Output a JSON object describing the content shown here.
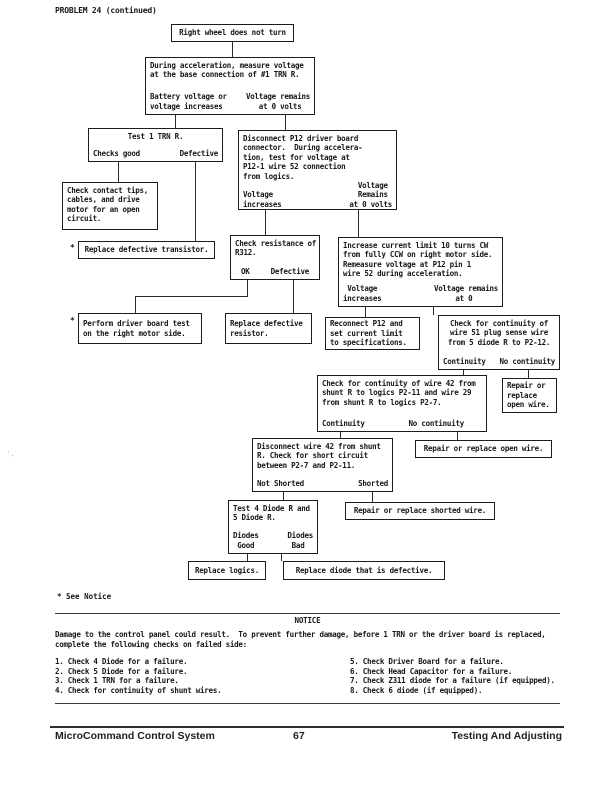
{
  "header": {
    "title": "PROBLEM 24 (continued)"
  },
  "flowchart": {
    "asterisk": "*",
    "see_notice": "* See Notice",
    "nodes": {
      "right_wheel": {
        "body": "Right wheel does not turn"
      },
      "measure_voltage": {
        "body": "During acceleration, measure voltage\nat the base connection of #1 TRN R.",
        "left": "Battery voltage or\nvoltage increases",
        "right": "Voltage remains\n   at 0 volts"
      },
      "test_trn": {
        "body": "Test 1 TRN R.",
        "left": "Checks good",
        "right": "Defective"
      },
      "disconnect_p12": {
        "body": "Disconnect P12 driver board\nconnector.  During accelera-\ntion, test for voltage at\nP12-1 wire 52 connection\nfrom logics.",
        "left": "Voltage\nincreases",
        "right": "  Voltage\n  Remains\nat 0 volts"
      },
      "check_contact": {
        "body": "Check contact tips,\ncables, and drive\nmotor for an open\ncircuit."
      },
      "replace_transistor": {
        "body": "Replace defective transistor."
      },
      "check_resistance": {
        "body": "Check resistance of\nR312.",
        "left": "OK",
        "right": "Defective"
      },
      "driver_board_test": {
        "body": "Perform driver board test\non the right motor side."
      },
      "replace_resistor": {
        "body": "Replace defective\nresistor."
      },
      "increase_limit": {
        "body": "Increase current limit 10 turns CW\nfrom fully CCW on right motor side.\nRemeasure voltage at P12 pin 1\nwire 52 during acceleration.",
        "left": " Voltage\nincreases",
        "right": "Voltage remains\n     at 0"
      },
      "reconnect_p12": {
        "body": "Reconnect P12 and\nset current limit\nto specifications."
      },
      "check_wire51": {
        "body": "Check for continuity of\nwire 51 plug sense wire\nfrom 5 diode R to P2-12.",
        "left": "Continuity",
        "right": "No continuity"
      },
      "check_wire42": {
        "body": "Check for continuity of wire 42 from\nshunt R to logics P2-11 and wire 29\nfrom shunt R to logics P2-7.",
        "left": "Continuity",
        "right": "No continuity"
      },
      "repair_open_small": {
        "body": "Repair or\nreplace\nopen wire."
      },
      "repair_open_wide": {
        "body": "Repair or replace open wire."
      },
      "disconnect_wire42": {
        "body": "Disconnect wire 42 from shunt\nR. Check for short circuit\nbetween P2-7 and P2-11.",
        "left": "Not Shorted",
        "right": "Shorted"
      },
      "repair_shorted": {
        "body": "Repair or replace shorted wire."
      },
      "test_diodes": {
        "body": "Test 4 Diode R and\n5 Diode R.",
        "left": "Diodes\n Good",
        "right": "Diodes\n Bad"
      },
      "replace_logics": {
        "body": "Replace logics."
      },
      "replace_diode": {
        "body": "Replace diode that is defective."
      }
    }
  },
  "notice": {
    "title": "NOTICE",
    "body": "Damage to the control panel could result.  To prevent further damage, before 1 TRN or the driver board is replaced,\ncomplete the following checks on failed side:",
    "checks_left": [
      "1. Check 4 Diode for a failure.",
      "2. Check 5 Diode for a failure.",
      "3. Check 1 TRN for a failure.",
      "4. Check for continuity of shunt wires."
    ],
    "checks_right": [
      "5. Check Driver Board for a failure.",
      "6. Check Head Capacitor for a failure.",
      "7. Check Z311 diode for a failure (if equipped).",
      "8. Check 6 diode (if equipped)."
    ]
  },
  "footer": {
    "left": "MicroCommand Control System",
    "page": "67",
    "right": "Testing And Adjusting"
  }
}
